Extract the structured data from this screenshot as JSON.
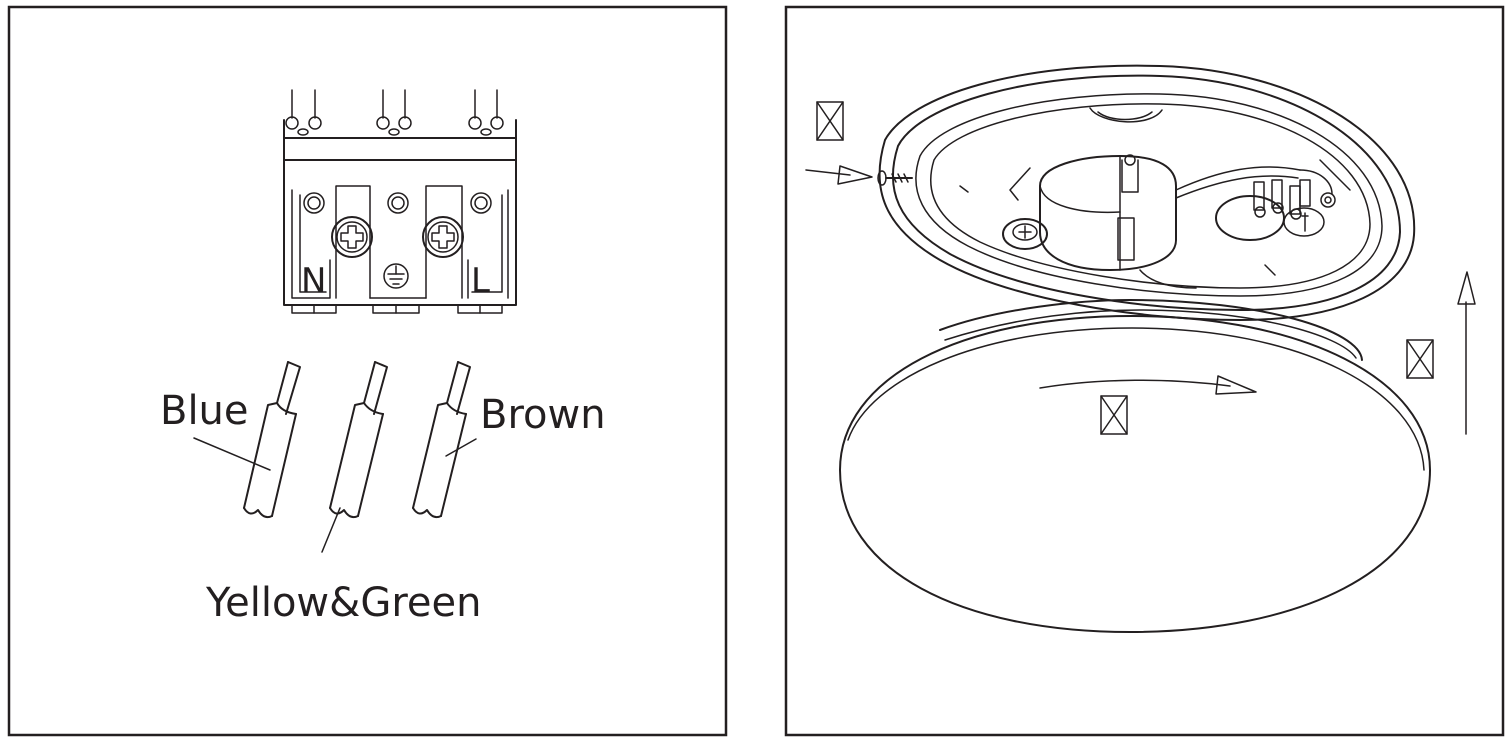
{
  "left_panel": {
    "terminal_letters": {
      "neutral": "N",
      "live": "L"
    },
    "earth_symbol": "earth-symbol",
    "wires": [
      {
        "label": "Blue"
      },
      {
        "label": "Yellow&Green"
      },
      {
        "label": "Brown"
      }
    ]
  },
  "right_panel": {
    "callouts": [
      "screw-arrow",
      "rotate-arrow",
      "lift-arrow"
    ],
    "markers": [
      "cross-box-icon",
      "cross-box-icon",
      "cross-box-icon"
    ]
  },
  "colors": {
    "line": "#231f20",
    "background": "#ffffff"
  }
}
